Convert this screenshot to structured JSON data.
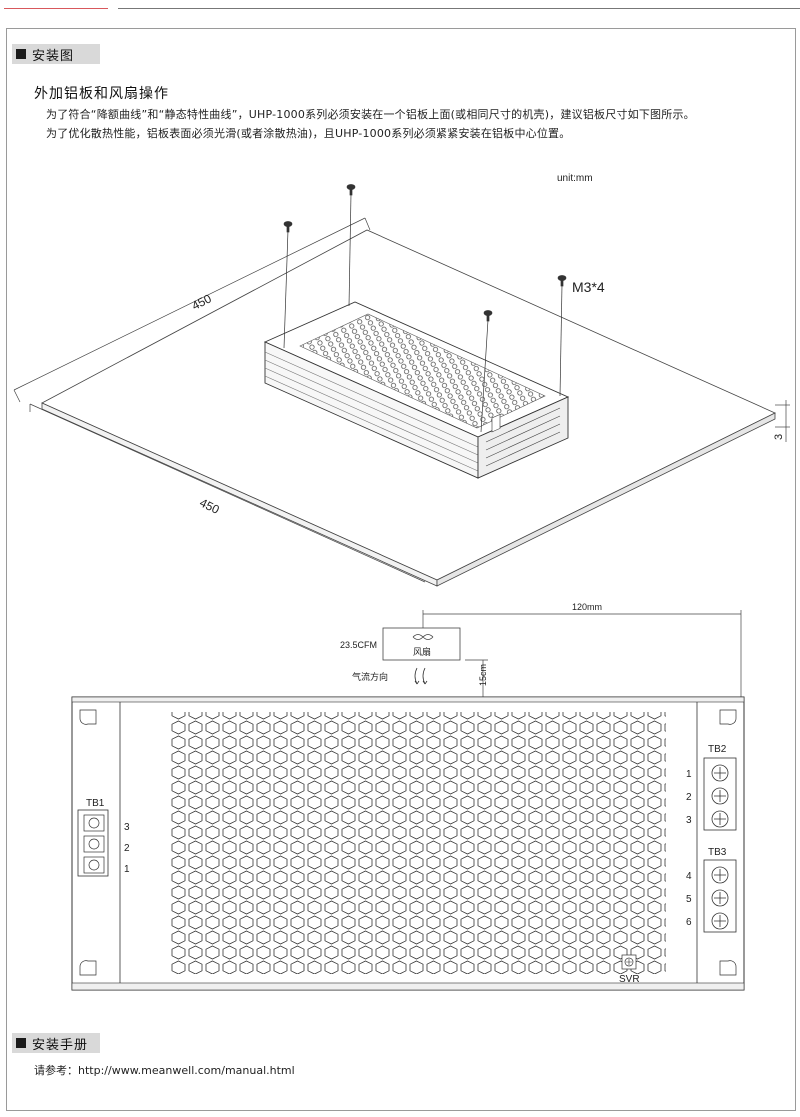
{
  "section_install": {
    "title": "安装图"
  },
  "heatsink": {
    "subtitle": "外加铝板和风扇操作",
    "line1": "为了符合“降额曲线”和“静态特性曲线”，UHP-1000系列必须安装在一个铝板上面(或相同尺寸的机壳)，建议铝板尺寸如下图所示。",
    "line2": "为了优化散热性能，铝板表面必须光滑(或者涂散热油)，且UHP-1000系列必须紧紧安装在铝板中心位置。"
  },
  "plate_drawing": {
    "unit": "unit:mm",
    "dim_back": "450",
    "dim_front": "450",
    "thickness": "3",
    "screw_label": "M3*4"
  },
  "fan_drawing": {
    "airflow_cfm": "23.5CFM",
    "fan_label": "风扇",
    "airflow_label": "气流方向",
    "distance_label": "15cm",
    "offset_label": "120mm",
    "tb1": {
      "label": "TB1",
      "pins": [
        "3",
        "2",
        "1"
      ]
    },
    "tb2": {
      "label": "TB2",
      "pins": [
        "1",
        "2",
        "3"
      ]
    },
    "tb3": {
      "label": "TB3",
      "pins": [
        "4",
        "5",
        "6"
      ]
    },
    "svr_label": "SVR"
  },
  "section_manual": {
    "title": "安装手册"
  },
  "manual": {
    "ref_prefix": "请参考：",
    "url": "http://www.meanwell.com/manual.html"
  }
}
